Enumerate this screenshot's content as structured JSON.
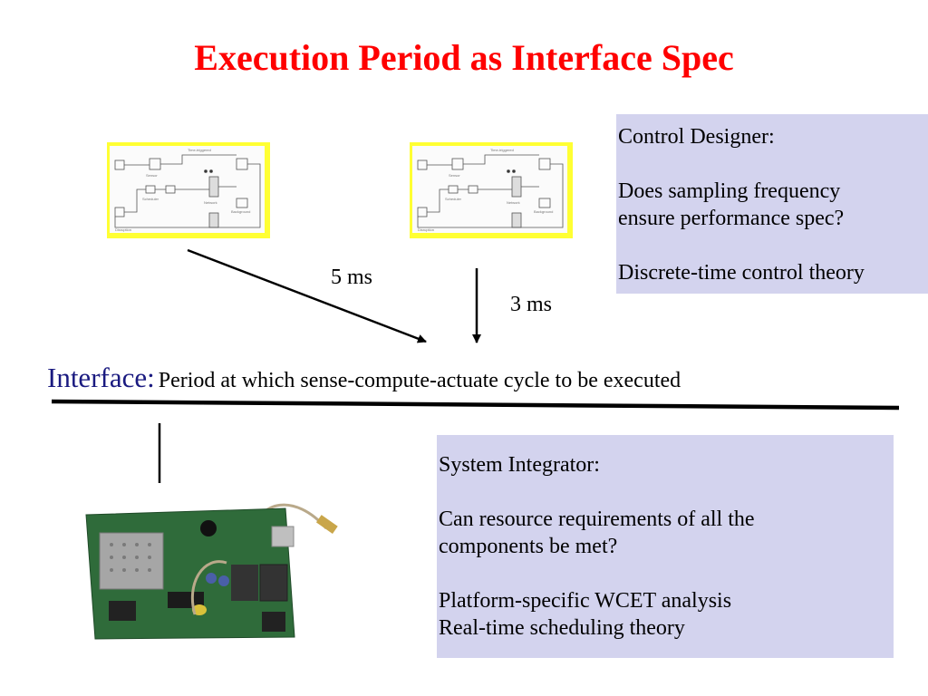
{
  "slide": {
    "title": "Execution Period as Interface Spec",
    "control_box": {
      "heading": "Control Designer:",
      "question_line1": "Does sampling frequency",
      "question_line2": "ensure performance spec?",
      "theory": "Discrete-time control theory"
    },
    "integrator_box": {
      "heading": "System Integrator:",
      "question_line1": "Can resource requirements of all the",
      "question_line2": "components be met?",
      "analysis1": "Platform-specific WCET analysis",
      "analysis2": "Real-time scheduling theory"
    },
    "period_label_1": "5 ms",
    "period_label_2": "3 ms",
    "interface": {
      "label": "Interface:",
      "description": "Period at which sense-compute-actuate cycle to be executed"
    },
    "colors": {
      "title": "#ff0000",
      "box_fill": "#d3d3ee",
      "interface_label": "#1a1a80",
      "figure_border": "#ffff33"
    }
  }
}
